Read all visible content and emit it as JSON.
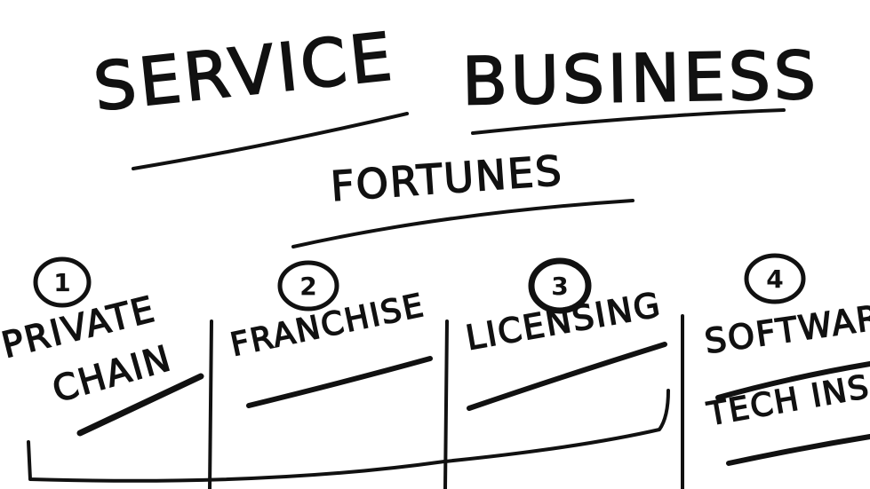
{
  "title": {
    "line1_part1": "Service",
    "line1_part2": "Business",
    "line2": "Fortunes"
  },
  "columns": [
    {
      "number": "1",
      "label_line1": "Private",
      "label_line2": "Chain"
    },
    {
      "number": "2",
      "label_line1": "Franchise"
    },
    {
      "number": "3",
      "label_line1": "Licensing"
    },
    {
      "number": "4",
      "label_line1": "Softwar",
      "label_line2": "Tech ins"
    }
  ]
}
